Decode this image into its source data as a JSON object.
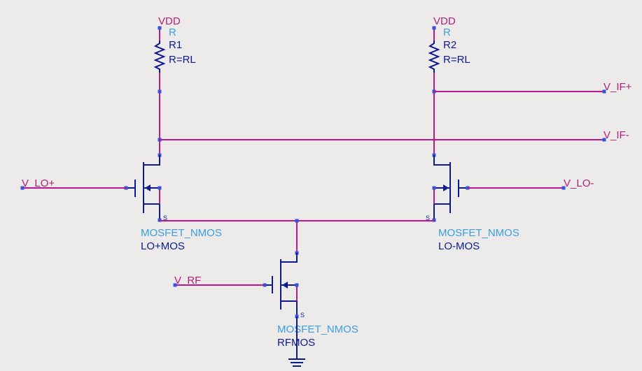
{
  "supply": {
    "left": "VDD",
    "right": "VDD"
  },
  "resistors": [
    {
      "type": "R",
      "name": "R1",
      "value": "R=RL"
    },
    {
      "type": "R",
      "name": "R2",
      "value": "R=RL"
    }
  ],
  "ports": {
    "if_plus": "V_IF+",
    "if_minus": "V_IF-",
    "lo_plus": "V_LO+",
    "lo_minus": "V_LO-",
    "rf": "V_RF"
  },
  "transistors": [
    {
      "type": "MOSFET_NMOS",
      "name": "LO+MOS",
      "source_marker": "S"
    },
    {
      "type": "MOSFET_NMOS",
      "name": "LO-MOS",
      "source_marker": "S"
    },
    {
      "type": "MOSFET_NMOS",
      "name": "RFMOS",
      "source_marker": "S"
    }
  ],
  "colors": {
    "background": "#edeaea",
    "wire": "#c0168c",
    "device": "#0d1a8e",
    "label_light": "#3a9ee0",
    "pin": "#3355dd"
  }
}
